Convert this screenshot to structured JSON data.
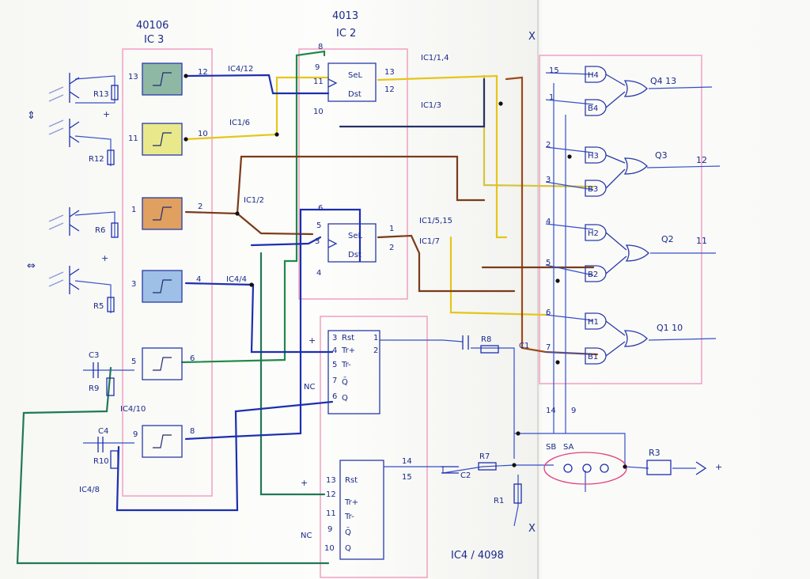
{
  "ic3": {
    "part": "40106",
    "name": "IC 3",
    "pins": [
      "13",
      "12",
      "11",
      "10",
      "1",
      "2",
      "3",
      "4",
      "5",
      "6",
      "9",
      "8"
    ]
  },
  "ic2": {
    "part": "4013",
    "name": "IC 2",
    "pins": [
      "8",
      "9",
      "11",
      "10",
      "13",
      "12",
      "6",
      "5",
      "3",
      "4",
      "1",
      "2"
    ],
    "ff_top": [
      "SeL",
      "Dst"
    ],
    "ff_bottom": [
      "SeL",
      "Dst"
    ]
  },
  "ic4": {
    "name": "IC4 / 4098",
    "top_pins": [
      "3",
      "4",
      "5",
      "7",
      "6",
      "1",
      "2"
    ],
    "top_labels": [
      "Rst",
      "Tr+",
      "Tr-",
      "Q̄",
      "Q"
    ],
    "bottom_pins": [
      "13",
      "12",
      "11",
      "9",
      "10",
      "14",
      "15"
    ],
    "bottom_labels": [
      "Rst",
      "Tr+",
      "Tr-",
      "Q̄",
      "Q"
    ]
  },
  "ic1": {
    "gate_labels": [
      "H4",
      "B4",
      "H3",
      "B3",
      "H2",
      "B2",
      "H1",
      "B1"
    ],
    "pins": [
      "15",
      "1",
      "2",
      "3",
      "4",
      "5",
      "6",
      "7"
    ],
    "outputs": [
      "Q4 13",
      "Q3",
      "12",
      "Q2",
      "11",
      "Q1 10"
    ]
  },
  "components": [
    "R13",
    "R12",
    "R6",
    "R5",
    "C3",
    "R9",
    "C4",
    "R10",
    "R8",
    "C2",
    "R7",
    "R1",
    "R3",
    "C1"
  ],
  "net_labels": [
    "IC4/12",
    "IC1/6",
    "IC1/2",
    "IC4/4",
    "IC4/10",
    "IC4/8",
    "IC1/1,4",
    "IC1/3",
    "IC1/5,15",
    "IC1/7"
  ],
  "markers": [
    "X",
    "X",
    "⇕",
    "⇔",
    "+",
    "+",
    "+",
    "+",
    "+",
    "NC",
    "NC",
    "14",
    "9",
    "SB",
    "SA"
  ]
}
